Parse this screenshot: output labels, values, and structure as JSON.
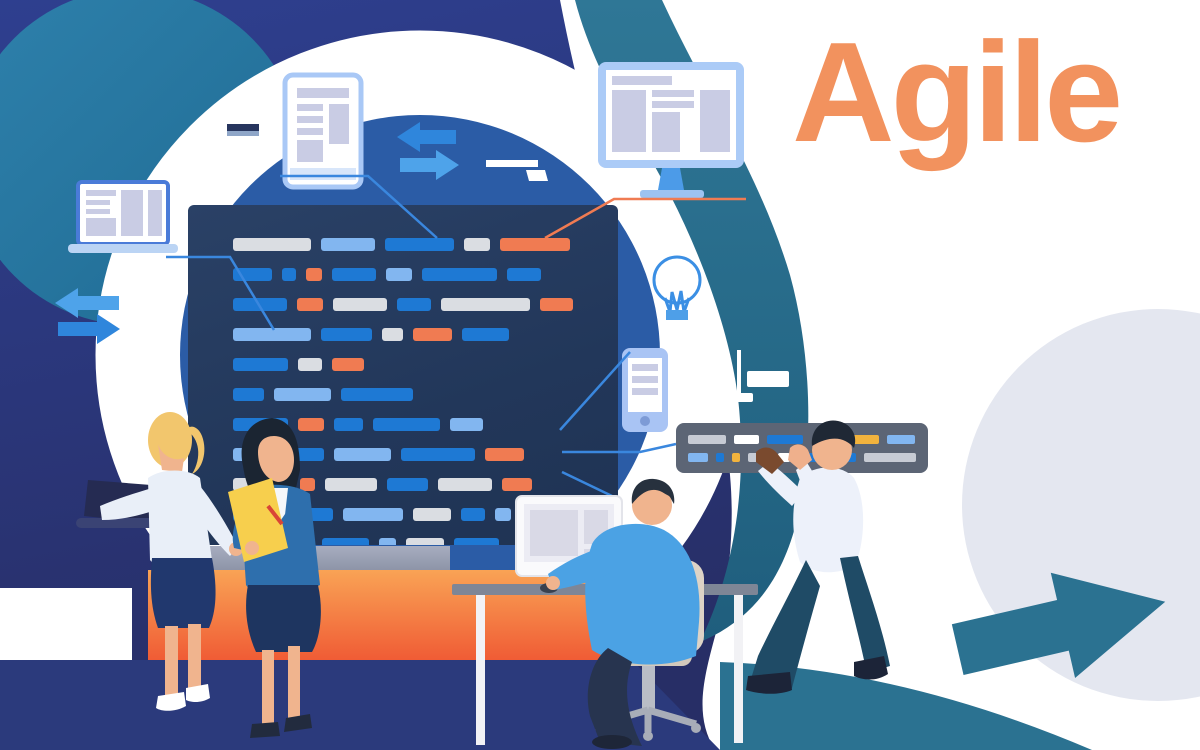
{
  "title": {
    "text": "Agile",
    "color": "#F2925E"
  },
  "palette": {
    "background_navy_top": "#2E3F8F",
    "background_navy_bottom": "#272E66",
    "teal_corner_circle": "#2878A2",
    "ring_white": "#FFFFFF",
    "inner_disc_blue": "#2B5CA6",
    "teal_swoosh": "#2B7291",
    "code_panel_bg": "#22375A",
    "task_bar_bg": "#5C6575",
    "orange_floor_top": "#F9A355",
    "orange_floor_bottom": "#EF5733",
    "navy_floor": "#2B3A7C",
    "lavender_circle": "#E4E7F0",
    "bar_colors": {
      "b": "#1E79D4",
      "l": "#82B6F0",
      "g": "#DADDE2",
      "o": "#F07B52",
      "y": "#F2B33D",
      "w": "#FFFFFF",
      "lg": "#C7CBD4",
      "gap": "transparent"
    }
  },
  "icons": {
    "laptop": "laptop-icon",
    "tablet": "tablet-icon",
    "monitor": "monitor-icon",
    "desktop_computer": "desktop-computer-icon",
    "lightbulb": "lightbulb-icon",
    "smartphone": "smartphone-icon",
    "task_list": "task-list-icon",
    "transfer_arrows": "transfer-arrows-icon",
    "forward_arrow": "forward-arrow-icon"
  },
  "code_panel": {
    "rows": [
      [
        {
          "c": "g",
          "w": 78
        },
        {
          "c": "l",
          "w": 54
        },
        {
          "c": "b",
          "w": 69
        },
        {
          "c": "g",
          "w": 26
        },
        {
          "c": "o",
          "w": 70
        }
      ],
      [
        {
          "c": "b",
          "w": 39
        },
        {
          "c": "b",
          "w": 14
        },
        {
          "c": "o",
          "w": 16
        },
        {
          "c": "b",
          "w": 44
        },
        {
          "c": "l",
          "w": 26
        },
        {
          "c": "b",
          "w": 75
        },
        {
          "c": "b",
          "w": 34
        }
      ],
      [
        {
          "c": "b",
          "w": 54
        },
        {
          "c": "o",
          "w": 26
        },
        {
          "c": "g",
          "w": 54
        },
        {
          "c": "b",
          "w": 34
        },
        {
          "c": "g",
          "w": 89
        },
        {
          "c": "o",
          "w": 33
        }
      ],
      [
        {
          "c": "l",
          "w": 78
        },
        {
          "c": "b",
          "w": 51
        },
        {
          "c": "g",
          "w": 21
        },
        {
          "c": "o",
          "w": 39
        },
        {
          "c": "b",
          "w": 47
        }
      ],
      [
        {
          "c": "b",
          "w": 55
        },
        {
          "c": "g",
          "w": 24
        },
        {
          "c": "o",
          "w": 32
        }
      ],
      [
        {
          "c": "b",
          "w": 31
        },
        {
          "c": "l",
          "w": 57
        },
        {
          "c": "b",
          "w": 72
        }
      ],
      [
        {
          "c": "b",
          "w": 55
        },
        {
          "c": "o",
          "w": 26
        },
        {
          "c": "b",
          "w": 29
        },
        {
          "c": "b",
          "w": 67
        },
        {
          "c": "l",
          "w": 33
        }
      ],
      [
        {
          "c": "l",
          "w": 43
        },
        {
          "c": "b",
          "w": 38
        },
        {
          "c": "l",
          "w": 57
        },
        {
          "c": "b",
          "w": 74
        },
        {
          "c": "o",
          "w": 39
        }
      ],
      [
        {
          "c": "g",
          "w": 57
        },
        {
          "c": "o",
          "w": 15
        },
        {
          "c": "g",
          "w": 52
        },
        {
          "c": "b",
          "w": 41
        },
        {
          "c": "g",
          "w": 54
        },
        {
          "c": "o",
          "w": 30
        }
      ],
      [
        {
          "c": "b",
          "w": 50
        },
        {
          "c": "b",
          "w": 40
        },
        {
          "c": "l",
          "w": 60
        },
        {
          "c": "g",
          "w": 38
        },
        {
          "c": "b",
          "w": 24
        },
        {
          "c": "l",
          "w": 16
        },
        {
          "c": "b",
          "w": 60
        }
      ],
      [
        {
          "c": "b",
          "w": 55
        },
        {
          "c": "o",
          "w": 14
        },
        {
          "c": "b",
          "w": 47
        },
        {
          "c": "l",
          "w": 17
        },
        {
          "c": "g",
          "w": 38
        },
        {
          "c": "b",
          "w": 45
        }
      ]
    ]
  },
  "task_bar": {
    "rows": [
      [
        {
          "c": "lg",
          "w": 38
        },
        {
          "c": "w",
          "w": 25
        },
        {
          "c": "b",
          "w": 36
        },
        {
          "c": "gap",
          "w": 30
        },
        {
          "c": "y",
          "w": 30
        },
        {
          "c": "l",
          "w": 28
        }
      ],
      [
        {
          "c": "l",
          "w": 20
        },
        {
          "c": "b",
          "w": 8
        },
        {
          "c": "y",
          "w": 8
        },
        {
          "c": "lg",
          "w": 22
        },
        {
          "c": "w",
          "w": 12
        },
        {
          "c": "b",
          "w": 58
        },
        {
          "c": "lg",
          "w": 52
        }
      ]
    ]
  }
}
